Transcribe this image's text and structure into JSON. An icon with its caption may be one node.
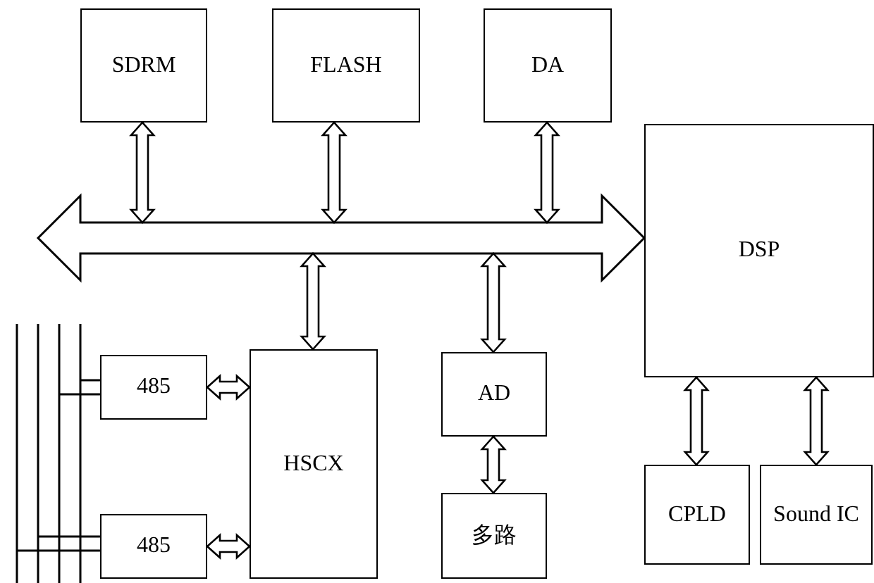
{
  "diagram": {
    "nodes": [
      {
        "text": [
          "SDRM"
        ]
      },
      {
        "text": [
          "FLASH"
        ]
      },
      {
        "text": [
          "DA"
        ]
      },
      {
        "text": [],
        "shape": "arrow"
      },
      {
        "text": [
          "DSP"
        ]
      },
      {
        "text": [
          "485"
        ]
      },
      {
        "text": [
          "HSCX"
        ]
      },
      {
        "text": [
          "AD"
        ]
      },
      {
        "text": [
          "485"
        ]
      },
      {
        "text": [
          "多路"
        ]
      },
      {
        "text": [
          "CPLD"
        ]
      },
      {
        "text": [
          "Sound IC"
        ]
      }
    ],
    "edges": [
      {
        "from": 0,
        "to": 3,
        "arrow": "both"
      },
      {
        "from": 1,
        "to": 3,
        "arrow": "both"
      },
      {
        "from": 2,
        "to": 3,
        "arrow": "both"
      },
      {
        "from": 6,
        "to": 3,
        "arrow": "both"
      },
      {
        "from": 7,
        "to": 3,
        "arrow": "both"
      },
      {
        "from": 5,
        "to": 6,
        "arrow": "both"
      },
      {
        "from": 8,
        "to": 6,
        "arrow": "both"
      },
      {
        "from": 7,
        "to": 9,
        "arrow": "both"
      },
      {
        "from": 4,
        "to": 10,
        "arrow": "both"
      },
      {
        "from": 4,
        "to": 11,
        "arrow": "both"
      }
    ]
  }
}
